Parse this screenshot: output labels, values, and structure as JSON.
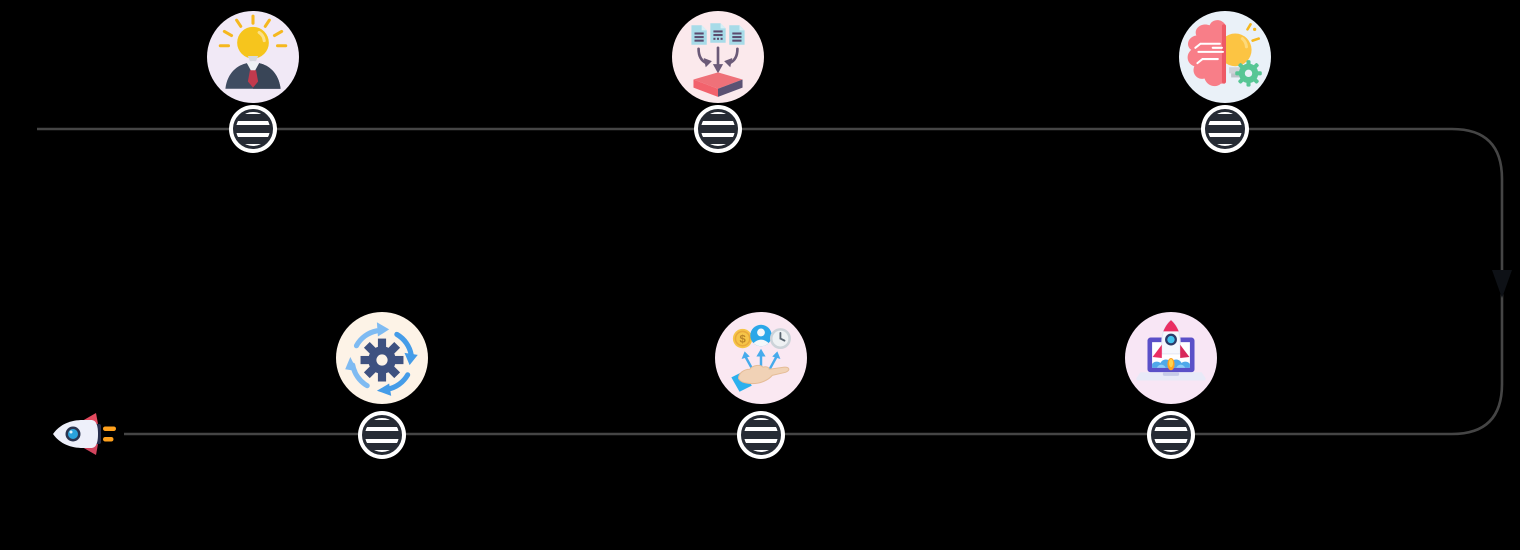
{
  "canvas": {
    "background": "#000000"
  },
  "connector": {
    "line_color": "#454545",
    "arrow_color": "#0e1116"
  },
  "marker": {
    "fill": "#ffffff",
    "ring_color": "#262b34"
  },
  "nodes": [
    {
      "id": "idea",
      "icon": "businessman-lightbulb-icon",
      "bg": "#f1e9f6",
      "row": "top"
    },
    {
      "id": "data",
      "icon": "documents-to-platform-icon",
      "bg": "#fbe9ec",
      "row": "top"
    },
    {
      "id": "ai-brain",
      "icon": "brain-bulb-gear-icon",
      "bg": "#eaf1f8",
      "row": "top"
    },
    {
      "id": "process",
      "icon": "gear-sync-arrows-icon",
      "bg": "#fdf3e7",
      "row": "bottom"
    },
    {
      "id": "resources",
      "icon": "hand-money-person-time-icon",
      "bg": "#fae8f2",
      "row": "bottom"
    },
    {
      "id": "launch",
      "icon": "laptop-rocket-icon",
      "bg": "#f8e6f5",
      "row": "bottom"
    }
  ],
  "rocket": {
    "icon": "rocket-icon"
  },
  "coin_symbol": "$"
}
